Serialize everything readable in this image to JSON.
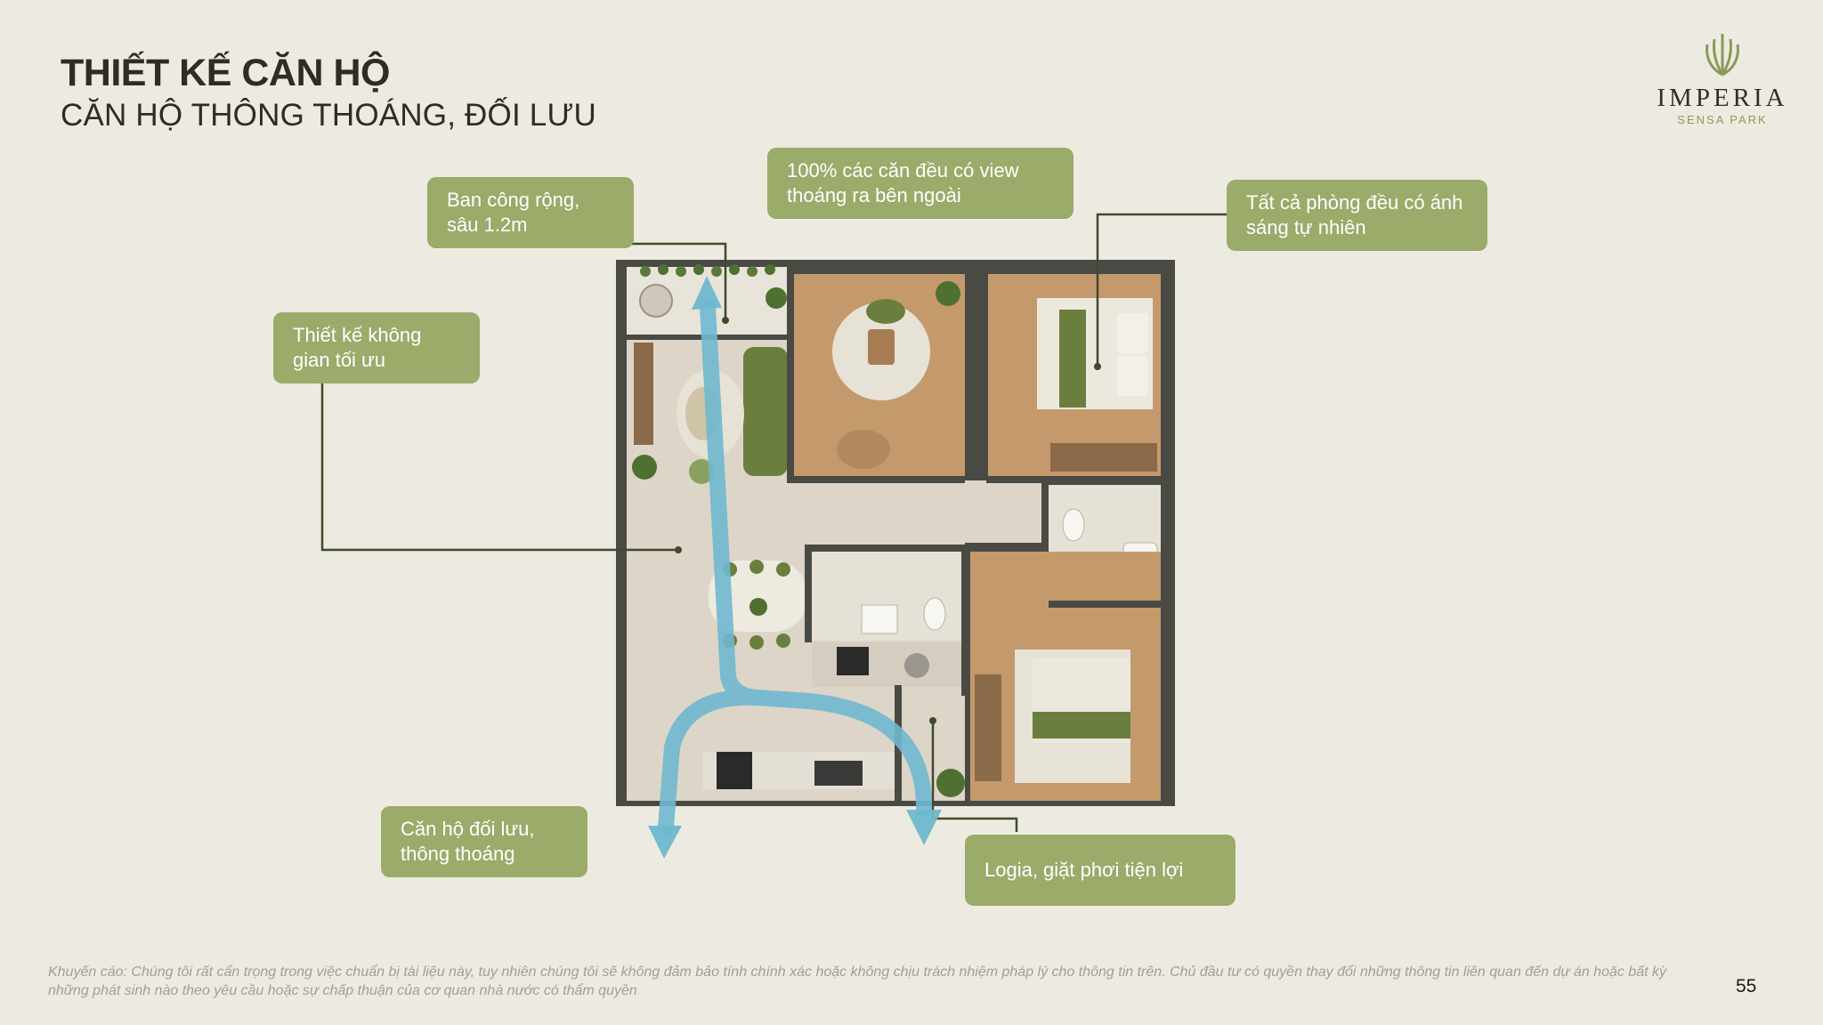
{
  "header": {
    "title": "THIẾT KẾ CĂN HỘ",
    "subtitle": "CĂN HỘ THÔNG THOÁNG, ĐỐI LƯU"
  },
  "logo": {
    "name": "IMPERIA",
    "tagline": "SENSA PARK"
  },
  "callouts": {
    "balcony": "Ban công rộng, sâu 1.2m",
    "view": "100% các căn đều có view thoáng ra bên ngoài",
    "natural_light": "Tất cả phòng đều có ánh sáng tự nhiên",
    "optimized_space": "Thiết kế không gian tối ưu",
    "ventilation": "Căn hộ đối lưu, thông thoáng",
    "loggia": "Logia, giặt phơi tiện lợi"
  },
  "footer": {
    "disclaimer": "Khuyến cáo: Chúng tôi rất cẩn trọng trong việc chuẩn bị tài liệu này, tuy nhiên chúng tôi sẽ không đảm bảo tính chính xác hoặc không chịu trách nhiệm pháp lý cho thông tin trên. Chủ đầu tư có quyền thay đổi những thông tin liên quan đến dự án hoặc bất kỳ những phát sinh nào theo yêu cầu hoặc sự chấp thuận của cơ quan nhà nước có thẩm quyền",
    "page_number": "55"
  },
  "colors": {
    "background": "#edebe1",
    "callout": "#9aab6a",
    "wall": "#4a4a44",
    "wood_floor": "#c49a6c",
    "tile_floor": "#ddd5c8",
    "airflow_arrow": "#6fb8cf",
    "leader_line": "#3f4a2a"
  }
}
